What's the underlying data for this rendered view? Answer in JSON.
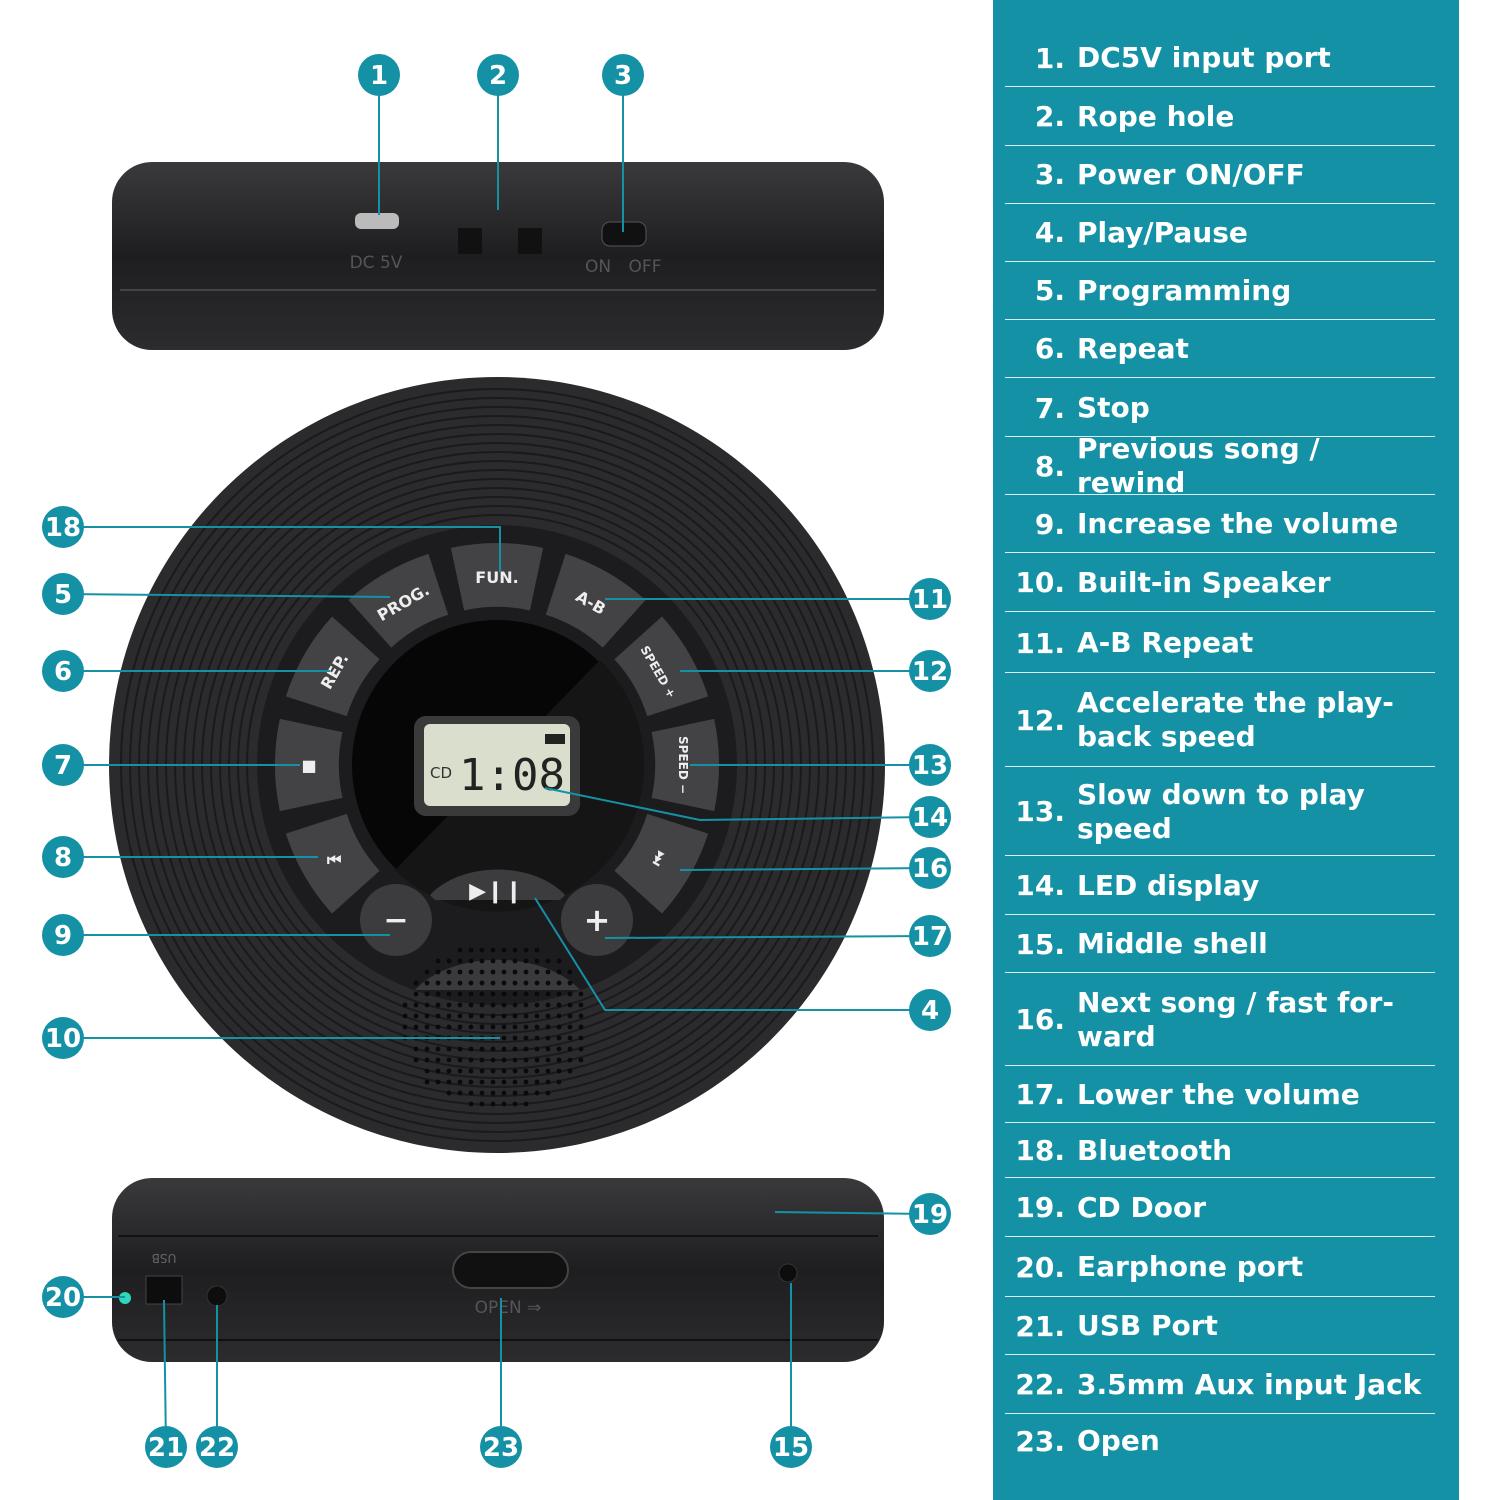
{
  "colors": {
    "accent": "#1591a6",
    "device": "#2a2a2c",
    "lcd": "#d9dfcc"
  },
  "device": {
    "top_labels": {
      "dc": "DC 5V",
      "on": "ON",
      "off": "OFF"
    },
    "buttons": {
      "fun": "FUN.",
      "prog": "PROG.",
      "ab": "A-B",
      "rep": "REP.",
      "speed_plus": "SPEED +",
      "speed_minus": "SPEED −",
      "stop_icon": "stop-icon",
      "prev_icon": "previous-icon",
      "next_icon": "next-icon",
      "play_icon": "play-pause-icon",
      "minus": "−",
      "plus": "+"
    },
    "lcd": {
      "mode": "CD",
      "time": "1:08",
      "battery_icon": "battery-icon"
    },
    "bottom_labels": {
      "usb": "USB",
      "open": "OPEN ⇒"
    }
  },
  "callouts": [
    "1",
    "2",
    "3",
    "4",
    "5",
    "6",
    "7",
    "8",
    "9",
    "10",
    "11",
    "12",
    "13",
    "14",
    "15",
    "16",
    "17",
    "18",
    "19",
    "20",
    "21",
    "22",
    "23"
  ],
  "legend": [
    {
      "num": "1.",
      "text": "DC5V input port"
    },
    {
      "num": "2.",
      "text": "Rope hole"
    },
    {
      "num": "3.",
      "text": "Power ON/OFF"
    },
    {
      "num": "4.",
      "text": "Play/Pause"
    },
    {
      "num": "5.",
      "text": "Programming"
    },
    {
      "num": "6.",
      "text": "Repeat"
    },
    {
      "num": "7.",
      "text": "Stop"
    },
    {
      "num": "8.",
      "text": "Previous song / rewind"
    },
    {
      "num": "9.",
      "text": "Increase the volume"
    },
    {
      "num": "10.",
      "text": "Built-in Speaker"
    },
    {
      "num": "11.",
      "text": "A-B Repeat"
    },
    {
      "num": "12.",
      "text": "Accelerate the play-back speed"
    },
    {
      "num": "13.",
      "text": "Slow down to play speed"
    },
    {
      "num": "14.",
      "text": "LED display"
    },
    {
      "num": "15.",
      "text": "Middle shell"
    },
    {
      "num": "16.",
      "text": "Next song / fast for-ward"
    },
    {
      "num": "17.",
      "text": "Lower the volume"
    },
    {
      "num": "18.",
      "text": "Bluetooth"
    },
    {
      "num": "19.",
      "text": "CD Door"
    },
    {
      "num": "20.",
      "text": "Earphone port"
    },
    {
      "num": "21.",
      "text": "USB Port"
    },
    {
      "num": "22.",
      "text": "3.5mm Aux input Jack"
    },
    {
      "num": "23.",
      "text": "Open"
    }
  ]
}
